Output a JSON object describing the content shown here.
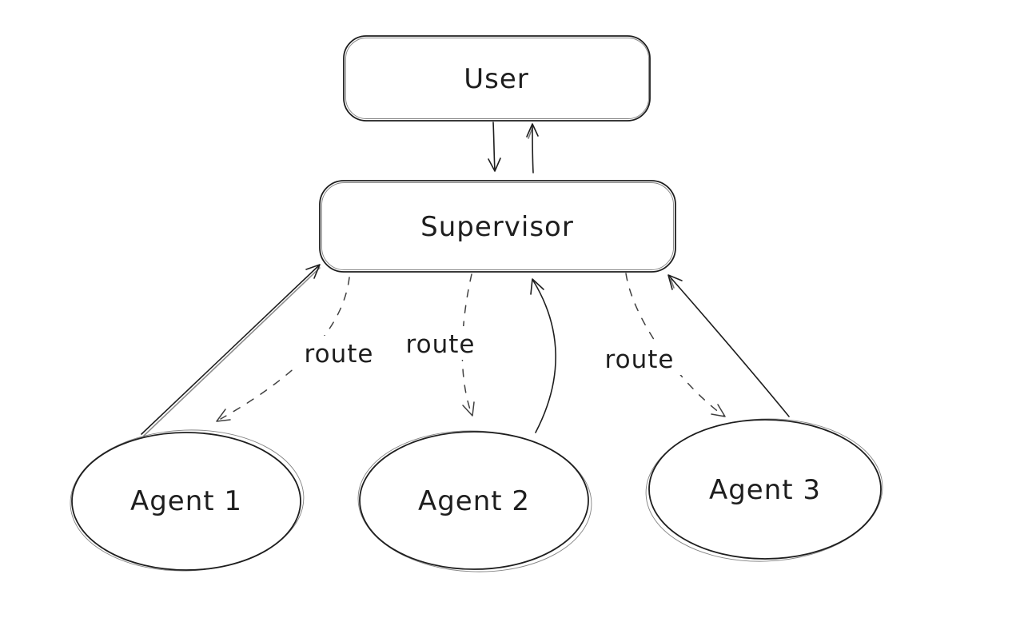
{
  "diagram": {
    "background_color": "#ffffff",
    "stroke_color": "#1e1e1e",
    "nodes": [
      {
        "id": "user",
        "label": "User",
        "shape": "rounded-rect"
      },
      {
        "id": "supervisor",
        "label": "Supervisor",
        "shape": "rounded-rect"
      },
      {
        "id": "agent1",
        "label": "Agent 1",
        "shape": "ellipse"
      },
      {
        "id": "agent2",
        "label": "Agent 2",
        "shape": "ellipse"
      },
      {
        "id": "agent3",
        "label": "Agent 3",
        "shape": "ellipse"
      }
    ],
    "edges": [
      {
        "from": "user",
        "to": "supervisor",
        "style": "solid",
        "label": ""
      },
      {
        "from": "supervisor",
        "to": "user",
        "style": "solid",
        "label": ""
      },
      {
        "from": "supervisor",
        "to": "agent1",
        "style": "dashed",
        "label": "route"
      },
      {
        "from": "agent1",
        "to": "supervisor",
        "style": "solid",
        "label": ""
      },
      {
        "from": "supervisor",
        "to": "agent2",
        "style": "dashed",
        "label": "route"
      },
      {
        "from": "agent2",
        "to": "supervisor",
        "style": "solid",
        "label": ""
      },
      {
        "from": "supervisor",
        "to": "agent3",
        "style": "dashed",
        "label": "route"
      },
      {
        "from": "agent3",
        "to": "supervisor",
        "style": "solid",
        "label": ""
      }
    ]
  }
}
